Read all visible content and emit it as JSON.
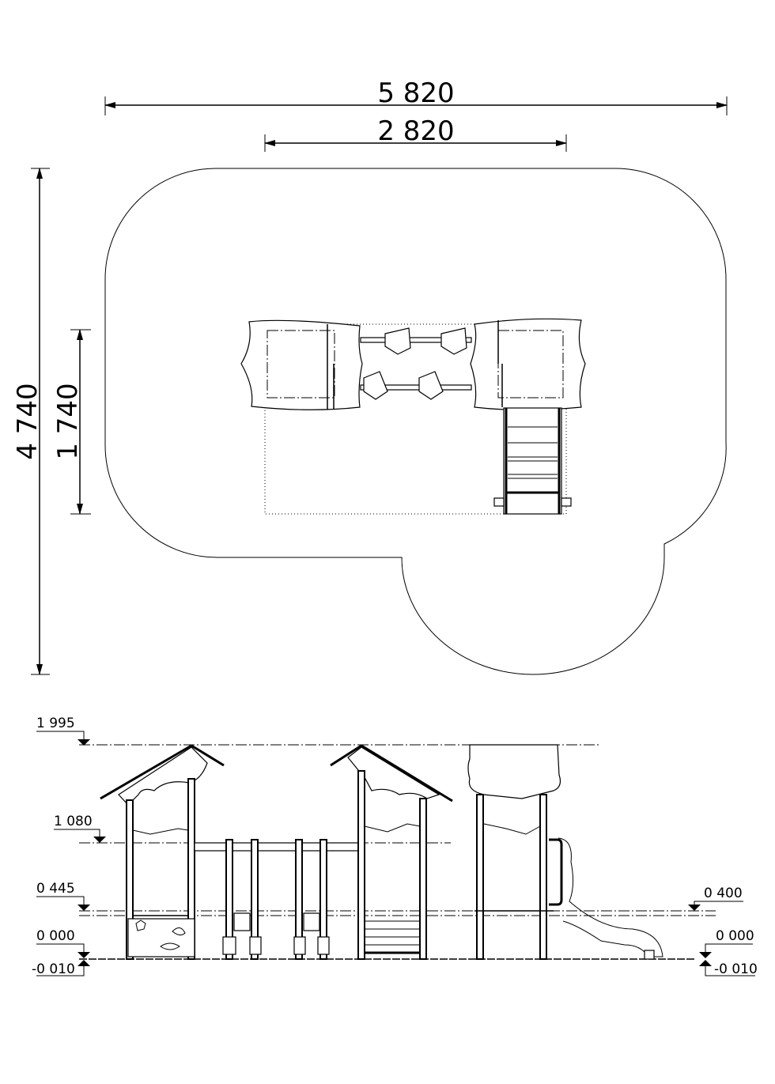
{
  "plan": {
    "dimensions": {
      "overall_width": "5 820",
      "structure_width": "2 820",
      "overall_depth": "4 740",
      "structure_depth": "1 740"
    }
  },
  "elevation": {
    "levels_left": [
      "1 995",
      "1 080",
      "0 445",
      "0 000",
      "-0 010"
    ],
    "levels_right": [
      "0 400",
      "0 000",
      "-0 010"
    ]
  }
}
